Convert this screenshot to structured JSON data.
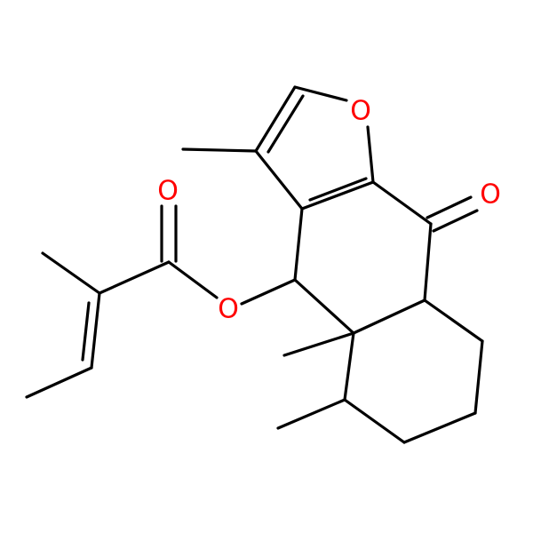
{
  "molecule": {
    "atoms": {
      "ring_oxygen": "O",
      "ketone_oxygen": "O",
      "carbonyl_oxygen": "O",
      "ester_oxygen": "O"
    },
    "colors": {
      "carbon_bond": "#000000",
      "oxygen": "#ff0000",
      "background": "#ffffff"
    }
  }
}
